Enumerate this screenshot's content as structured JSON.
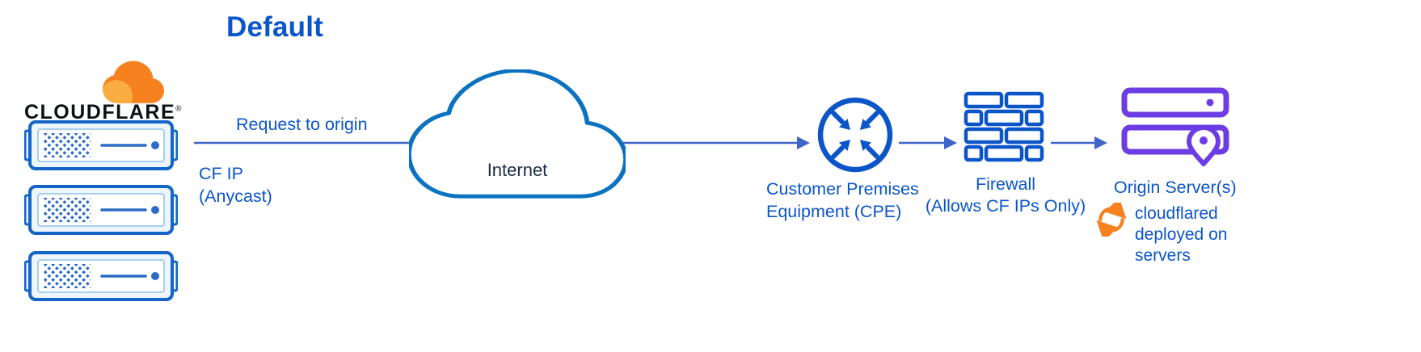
{
  "title": "Default",
  "brand": {
    "name": "CLOUDFLARE",
    "reg": "®"
  },
  "flow": {
    "request_label": "Request to origin",
    "cf_ip_label": "CF IP\n(Anycast)",
    "internet_label": "Internet",
    "cpe_label": "Customer Premises\nEquipment (CPE)",
    "firewall_label": "Firewall\n(Allows CF IPs Only)",
    "origin_label": "Origin Server(s)",
    "cloudflared_label": "cloudflared\ndeployed on\nservers"
  },
  "colors": {
    "text_blue": "#0b55c9",
    "icon_blue": "#0b55c9",
    "connector_blue": "#4065c8",
    "cloud_stroke_blue": "#0b72c0",
    "internet_text": "#1d2a4a",
    "brand_orange": "#f6821f",
    "brand_orange_light": "#fbad41",
    "origin_purple": "#6c3de4",
    "wordmark_black": "#0d1117"
  }
}
